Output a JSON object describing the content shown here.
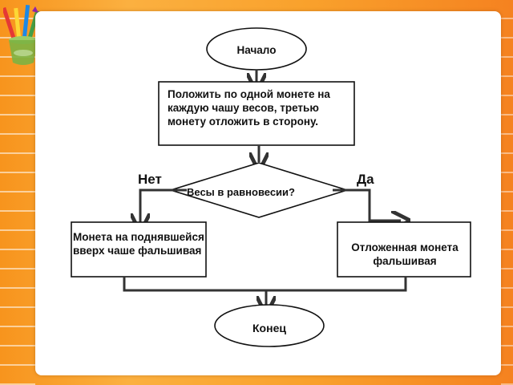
{
  "flowchart": {
    "start_label": "Начало",
    "step1_text": "Положить по одной монете на каждую чашу весов, третью монету отложить в сторону.",
    "decision_label": "Весы в равновесии?",
    "branch_no_label": "Нет",
    "branch_yes_label": "Да",
    "no_outcome_text": "Монета на поднявшейся вверх чаше фальшивая",
    "yes_outcome_text": "Отложенная монета фальшивая",
    "end_label": "Конец"
  },
  "colors": {
    "background": "#f7941d",
    "card": "#ffffff",
    "stroke": "#111111",
    "connector": "#333333"
  },
  "decoration": {
    "corner_icon": "pencil-cup-icon"
  }
}
